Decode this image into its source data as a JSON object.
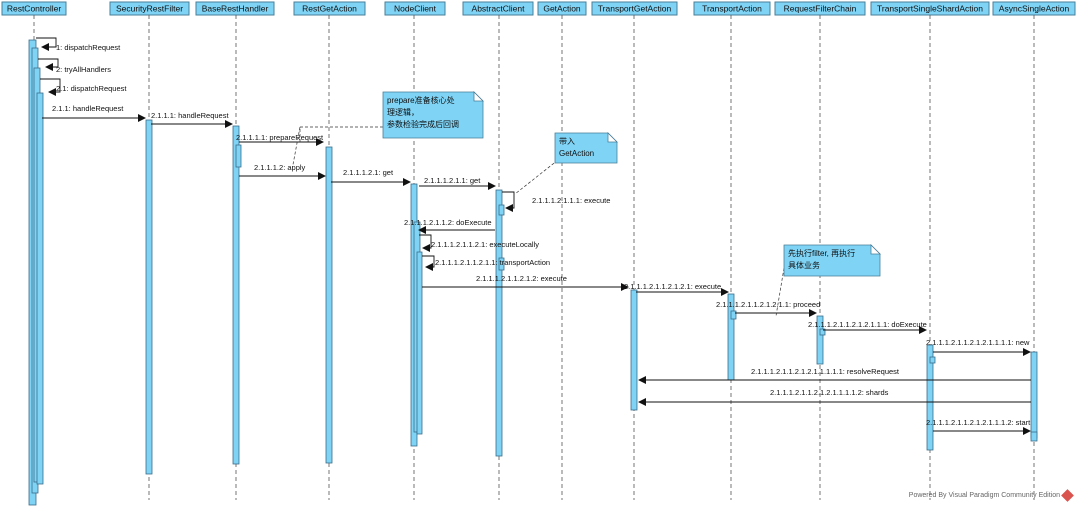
{
  "participants": [
    {
      "id": "rc",
      "name": "RestController"
    },
    {
      "id": "srf",
      "name": "SecurityRestFilter"
    },
    {
      "id": "brh",
      "name": "BaseRestHandler"
    },
    {
      "id": "rga",
      "name": "RestGetAction"
    },
    {
      "id": "nc",
      "name": "NodeClient"
    },
    {
      "id": "ac",
      "name": "AbstractClient"
    },
    {
      "id": "ga",
      "name": "GetAction"
    },
    {
      "id": "tga",
      "name": "TransportGetAction"
    },
    {
      "id": "ta",
      "name": "TransportAction"
    },
    {
      "id": "rfc",
      "name": "RequestFilterChain"
    },
    {
      "id": "tss",
      "name": "TransportSingleShardAction"
    },
    {
      "id": "asa",
      "name": "AsyncSingleAction"
    }
  ],
  "messages": [
    {
      "label": "1: dispatchRequest"
    },
    {
      "label": "2: tryAllHandlers"
    },
    {
      "label": "2.1: dispatchRequest"
    },
    {
      "label": "2.1.1: handleRequest"
    },
    {
      "label": "2.1.1.1: handleRequest"
    },
    {
      "label": "2.1.1.1.1: prepareRequest"
    },
    {
      "label": "2.1.1.1.2: apply"
    },
    {
      "label": "2.1.1.1.2.1: get"
    },
    {
      "label": "2.1.1.1.2.1.1: get"
    },
    {
      "label": "2.1.1.1.2.1.1.1: execute"
    },
    {
      "label": "2.1.1.1.2.1.1.2: doExecute"
    },
    {
      "label": "2.1.1.1.2.1.1.2.1: executeLocally"
    },
    {
      "label": "2.1.1.1.2.1.1.2.1.1: transportAction"
    },
    {
      "label": "2.1.1.1.2.1.1.2.1.2: execute"
    },
    {
      "label": "2.1.1.1.2.1.1.2.1.2.1: execute"
    },
    {
      "label": "2.1.1.1.2.1.1.2.1.2.1.1: proceed"
    },
    {
      "label": "2.1.1.1.2.1.1.2.1.2.1.1.1: doExecute"
    },
    {
      "label": "2.1.1.1.2.1.1.2.1.2.1.1.1.1: new"
    },
    {
      "label": "2.1.1.1.2.1.1.2.1.2.1.1.1.1.1: resolveRequest"
    },
    {
      "label": "2.1.1.1.2.1.1.2.1.2.1.1.1.1.2: shards"
    },
    {
      "label": "2.1.1.1.2.1.1.2.1.2.1.1.1.2: start"
    }
  ],
  "notes": [
    {
      "lines": [
        "prepare准备核心处",
        "理逻辑，",
        "参数检验完成后回调"
      ]
    },
    {
      "lines": [
        "带入",
        "GetAction"
      ]
    },
    {
      "lines": [
        "先执行filter, 再执行",
        "具体业务"
      ]
    }
  ],
  "colors": {
    "accent": "#7fd3f5",
    "border": "#4a7f99"
  },
  "footer": {
    "text": "Powered By Visual Paradigm Community Edition",
    "icon": "visual-paradigm-logo-icon"
  }
}
